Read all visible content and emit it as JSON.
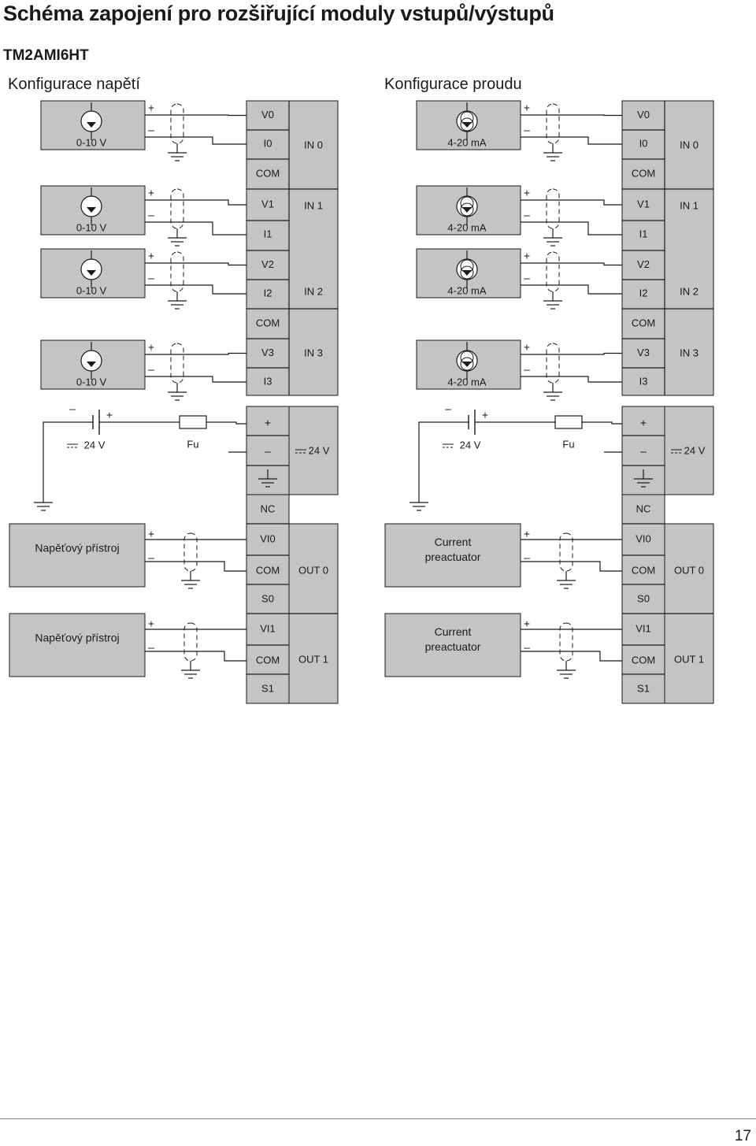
{
  "title": "Schéma zapojení pro rozšiřující moduly vstupů/výstupů",
  "model": "TM2AMI6HT",
  "page_number": "17",
  "colors": {
    "box_fill": "#c4c4c4",
    "line": "#1a1a1a",
    "text": "#1a1a1a"
  },
  "sections": [
    {
      "heading": "Konfigurace napětí",
      "inputs": [
        {
          "source_label": "0-10 V",
          "v_terminal": "V0",
          "i_terminal": "I0",
          "channel": "IN 0"
        },
        {
          "source_label": "0-10 V",
          "v_terminal": "V1",
          "i_terminal": "I1",
          "channel": "IN 1"
        },
        {
          "source_label": "0-10 V",
          "v_terminal": "V2",
          "i_terminal": "I2",
          "channel": "IN 2"
        },
        {
          "source_label": "0-10 V",
          "v_terminal": "V3",
          "i_terminal": "I3",
          "channel": "IN 3"
        }
      ],
      "com_terminal": "COM",
      "plus_sign": "+",
      "minus_sign": "–",
      "power": {
        "label": "24 V",
        "fuse": "Fu",
        "terminal_plus": "+",
        "terminal_minus": "–",
        "module_label": "24 V"
      },
      "nc_terminal": "NC",
      "outputs": [
        {
          "device": "Napěťový přístroj",
          "v_terminal": "VI0",
          "com_terminal": "COM",
          "s_terminal": "S0",
          "channel": "OUT 0"
        },
        {
          "device": "Napěťový přístroj",
          "v_terminal": "VI1",
          "com_terminal": "COM",
          "s_terminal": "S1",
          "channel": "OUT 1"
        }
      ]
    },
    {
      "heading": "Konfigurace proudu",
      "inputs": [
        {
          "source_label": "4-20 mA",
          "v_terminal": "V0",
          "i_terminal": "I0",
          "channel": "IN 0"
        },
        {
          "source_label": "4-20 mA",
          "v_terminal": "V1",
          "i_terminal": "I1",
          "channel": "IN 1"
        },
        {
          "source_label": "4-20 mA",
          "v_terminal": "V2",
          "i_terminal": "I2",
          "channel": "IN 2"
        },
        {
          "source_label": "4-20 mA",
          "v_terminal": "V3",
          "i_terminal": "I3",
          "channel": "IN 3"
        }
      ],
      "com_terminal": "COM",
      "plus_sign": "+",
      "minus_sign": "–",
      "power": {
        "label": "24 V",
        "fuse": "Fu",
        "terminal_plus": "+",
        "terminal_minus": "–",
        "module_label": "24 V"
      },
      "nc_terminal": "NC",
      "outputs": [
        {
          "device": "Current preactuator",
          "v_terminal": "VI0",
          "com_terminal": "COM",
          "s_terminal": "S0",
          "channel": "OUT 0"
        },
        {
          "device": "Current preactuator",
          "v_terminal": "VI1",
          "com_terminal": "COM",
          "s_terminal": "S1",
          "channel": "OUT 1"
        }
      ]
    }
  ]
}
